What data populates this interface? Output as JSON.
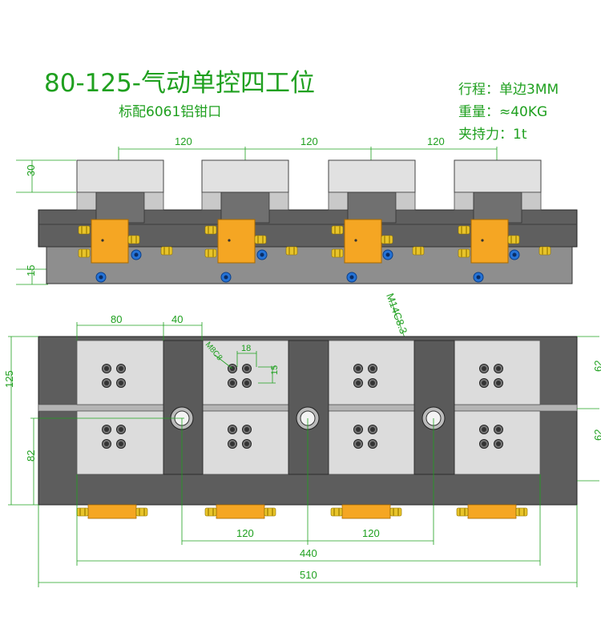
{
  "title": "80-125-气动单控四工位",
  "subtitle": "标配6061铝钳口",
  "specs": [
    "行程：单边3MM",
    "重量：≈40KG",
    "夹持力：1t"
  ],
  "colors": {
    "annotation": "#1fa01f",
    "body": "#606060",
    "jaw": "#d7d7d7",
    "valve": "#f5a623",
    "fitting": "#e6c81f",
    "port": "#1e6fd9"
  },
  "front_view": {
    "dims_top": [
      "120",
      "120",
      "120"
    ],
    "dim_jaw_height": "30",
    "dim_base_height": "15"
  },
  "top_view": {
    "dim_jaw_width": "80",
    "dim_gap": "40",
    "dim_hole_pitch_x": "18",
    "dim_hole_pitch_y": "15",
    "hole_label": "M8C8",
    "screw_label": "M14C8.3",
    "dim_total_height": "125",
    "dim_lower_height": "82",
    "dim_right_upper": "62",
    "dim_right_lower": "62",
    "dims_bottom_pitch": [
      "120",
      "120"
    ],
    "dim_440": "440",
    "dim_510": "510"
  }
}
